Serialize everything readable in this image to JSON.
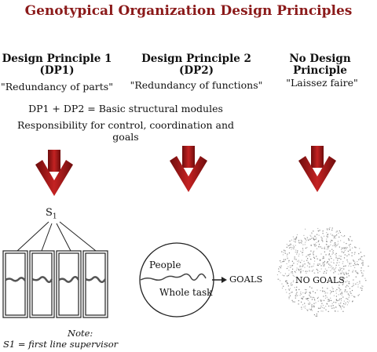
{
  "title": "Genotypical Organization Design Principles",
  "dp1": {
    "heading_line1": "Design Principle 1",
    "heading_line2": "(DP1)",
    "quote": "\"Redundancy of parts\""
  },
  "dp2": {
    "heading_line1": "Design Principle 2",
    "heading_line2": "(DP2)",
    "quote": "\"Redundancy of functions\""
  },
  "ndp": {
    "heading": "No Design Principle",
    "quote": "\"Laissez faire\""
  },
  "modules_text": "DP1 + DP2 = Basic structural modules",
  "responsibility_text": "Responsibility for control, coordination and goals",
  "supervisor_label": "S",
  "supervisor_sub": "1",
  "circle": {
    "top_label": "People",
    "bottom_label": "Whole task",
    "output": "GOALS"
  },
  "no_goals": "NO GOALS",
  "note": {
    "line1": "Note:",
    "line2": "S1 = first line supervisor"
  },
  "colors": {
    "title": "#8b1a1a",
    "arrow": "#b31b1b",
    "arrow_dark": "#6e0d0d"
  }
}
